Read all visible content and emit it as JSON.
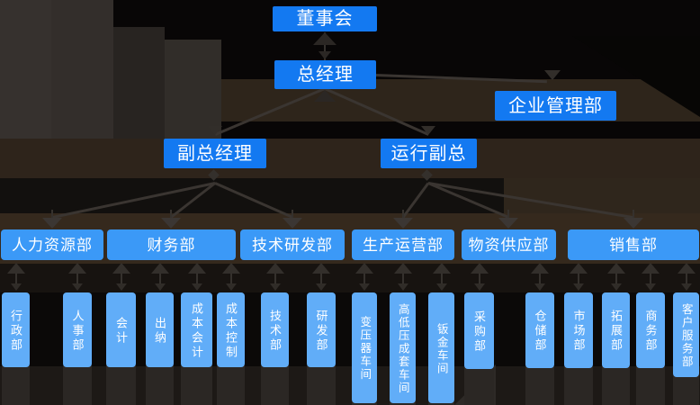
{
  "org": {
    "board": {
      "label": "董事会"
    },
    "general_manager": {
      "label": "总经理"
    },
    "enterprise_management": {
      "label": "企业管理部"
    },
    "deputy_general_manager": {
      "label": "副总经理"
    },
    "operations_vp": {
      "label": "运行副总"
    },
    "departments": [
      {
        "label": "人力资源部"
      },
      {
        "label": "财务部"
      },
      {
        "label": "技术研发部"
      },
      {
        "label": "生产运营部"
      },
      {
        "label": "物资供应部"
      },
      {
        "label": "销售部"
      }
    ],
    "subunits": [
      {
        "label": "行政部",
        "parent": "人力资源部"
      },
      {
        "label": "人事部",
        "parent": "人力资源部"
      },
      {
        "label": "会计",
        "parent": "财务部"
      },
      {
        "label": "出纳",
        "parent": "财务部"
      },
      {
        "label": "成本会计",
        "parent": "财务部"
      },
      {
        "label": "成本控制",
        "parent": "财务部"
      },
      {
        "label": "技术部",
        "parent": "技术研发部"
      },
      {
        "label": "研发部",
        "parent": "技术研发部"
      },
      {
        "label": "变压器车间",
        "parent": "生产运营部"
      },
      {
        "label": "高低压成套车间",
        "parent": "生产运营部"
      },
      {
        "label": "钣金车间",
        "parent": "生产运营部"
      },
      {
        "label": "采购部",
        "parent": "物资供应部"
      },
      {
        "label": "仓储部",
        "parent": "物资供应部"
      },
      {
        "label": "市场部",
        "parent": "销售部"
      },
      {
        "label": "拓展部",
        "parent": "销售部"
      },
      {
        "label": "商务部",
        "parent": "销售部"
      },
      {
        "label": "客户服务部",
        "parent": "销售部"
      }
    ]
  },
  "colors": {
    "level1_box": "#1379F1",
    "department_box": "#3B99F7",
    "subunit_box": "#61ADF8",
    "box_text": "#FFFFFF",
    "connector": "#3A3531",
    "background": "#080606"
  }
}
